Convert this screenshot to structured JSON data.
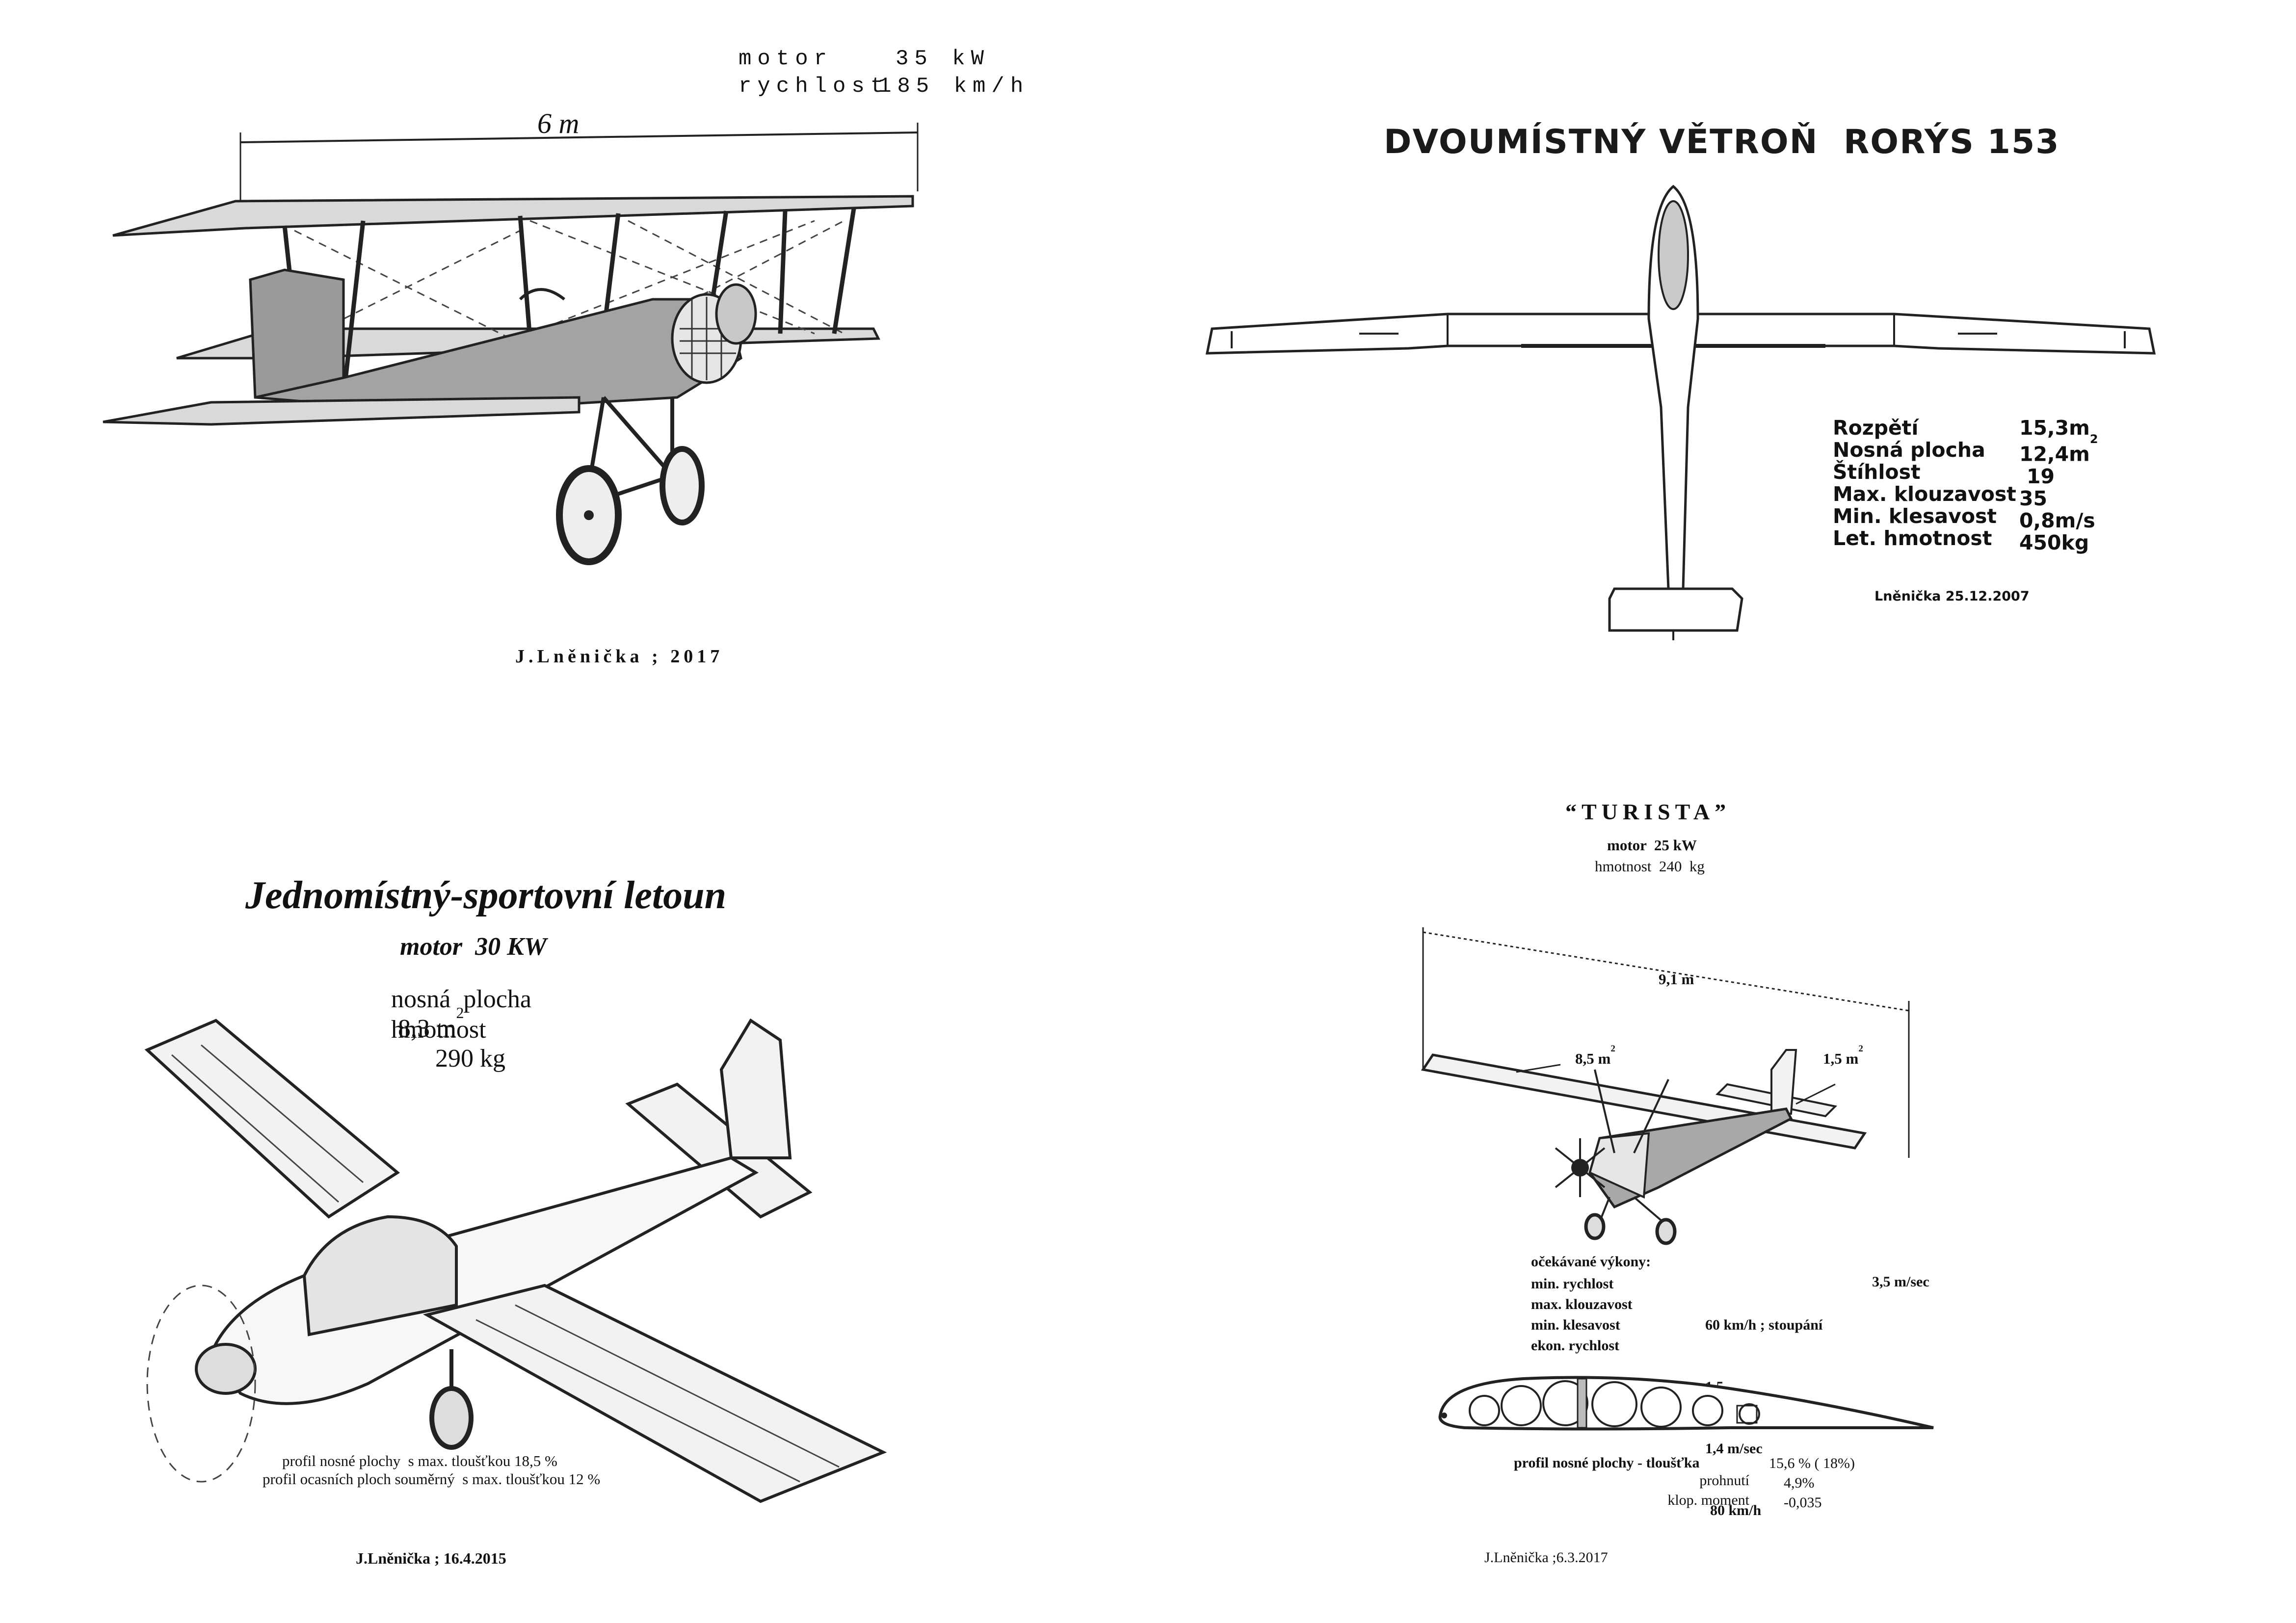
{
  "biplane": {
    "spec_labels": [
      "motor",
      "rychlost"
    ],
    "spec_values": [
      "35 kW",
      "185 km/h"
    ],
    "span_label": "6 m",
    "signature": "J.Lněnička ; 2017"
  },
  "glider": {
    "title": "DVOUMÍSTNÝ VĚTROŇ  RORÝS 153",
    "specs": [
      {
        "label": "Rozpětí",
        "value": "15,3m"
      },
      {
        "label": "Nosná plocha",
        "value": "12,4m"
      },
      {
        "label": "Štíhlost",
        "value": "19"
      },
      {
        "label": "Max. klouzavost",
        "value": "35"
      },
      {
        "label": "Min. klesavost",
        "value": "0,8m/s"
      },
      {
        "label": "Let. hmotnost",
        "value": "450kg"
      }
    ],
    "area_superscript": "2",
    "signature": "Lněnička 25.12.2007"
  },
  "sport": {
    "title": "Jednomístný-sportovní letoun",
    "motor": "motor  30 KW",
    "area_label": "nosná  plocha",
    "area_value": "8,3 m",
    "area_superscript": "2",
    "mass_label": "hmotnost",
    "mass_value": "290 kg",
    "profile_line1": "profil nosné plochy  s max. tloušťkou 18,5 %",
    "profile_line2": "profil ocasních ploch souměrný  s max. tloušťkou 12 %",
    "signature": "J.Lněnička ; 16.4.2015"
  },
  "turista": {
    "title": "“TURISTA”",
    "motor": "motor  25 kW",
    "mass": "hmotnost  240  kg",
    "span_label": "9,1 m",
    "wing_area": "8,5 m",
    "tail_area": "1,5 m",
    "superscript": "2",
    "perf_heading": "očekávané výkony:",
    "perf": [
      {
        "label": "min. rychlost",
        "value": "60 km/h ; stoupání",
        "extra": "3,5 m/sec"
      },
      {
        "label": "max. klouzavost",
        "value": "1 5",
        "extra": ""
      },
      {
        "label": "min. klesavost",
        "value": "1,4 m/sec",
        "extra": ""
      },
      {
        "label": "ekon. rychlost",
        "value": "80 km/h",
        "extra": ""
      }
    ],
    "profile_label": "profil nosné plochy - tloušťka",
    "profile_values": [
      {
        "label": "",
        "value": "15,6 % ( 18%)"
      },
      {
        "label": "prohnutí",
        "value": "4,9%"
      },
      {
        "label": "klop. moment",
        "value": "-0,035"
      }
    ],
    "signature": "J.Lněnička ;6.3.2017"
  }
}
